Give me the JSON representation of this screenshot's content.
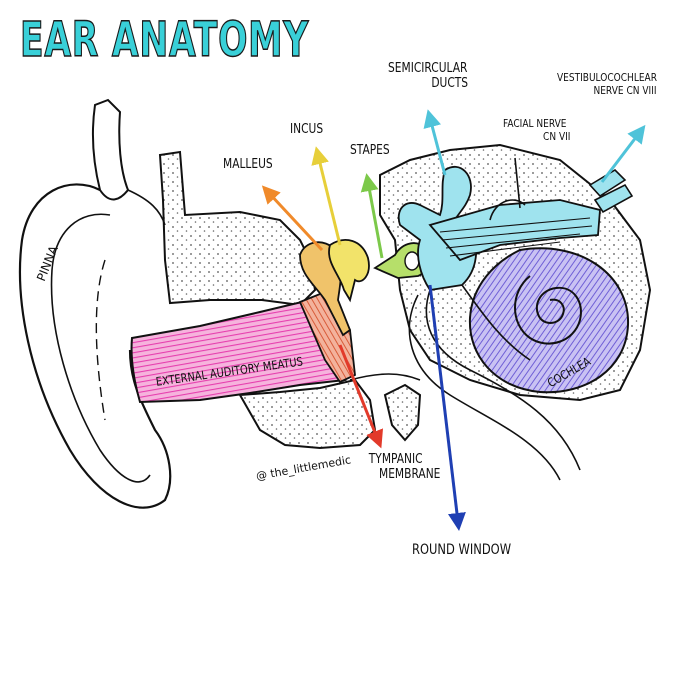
{
  "title": "EAR ANATOMY",
  "credit": "@ the_littlemedic",
  "labels": {
    "pinna": "PINNA",
    "external_auditory_meatus": "EXTERNAL AUDITORY MEATUS",
    "malleus": "MALLEUS",
    "incus": "INCUS",
    "stapes": "STAPES",
    "semicircular_ducts_1": "SEMICIRCULAR",
    "semicircular_ducts_2": "DUCTS",
    "facial_nerve_1": "FACIAL NERVE",
    "facial_nerve_2": "CN VII",
    "vestibulocochlear_1": "VESTIBULOCOCHLEAR",
    "vestibulocochlear_2": "NERVE CN VIII",
    "cochlea": "COCHLEA",
    "tympanic_membrane_1": "TYMPANIC",
    "tympanic_membrane_2": "MEMBRANE",
    "round_window": "ROUND WINDOW"
  },
  "colors": {
    "title": "#39d0d8",
    "canal": "#e63fae",
    "tympanic": "#e26a46",
    "malleus": "#f0b24a",
    "incus": "#f2e36a",
    "stapes": "#a6d94a",
    "semicircular": "#4fc3d9",
    "cochlea": "#6f5fd6",
    "round_window_arrow": "#1f3fb3",
    "tympanic_arrow": "#e23a2a",
    "malleus_arrow": "#f08a2a"
  }
}
